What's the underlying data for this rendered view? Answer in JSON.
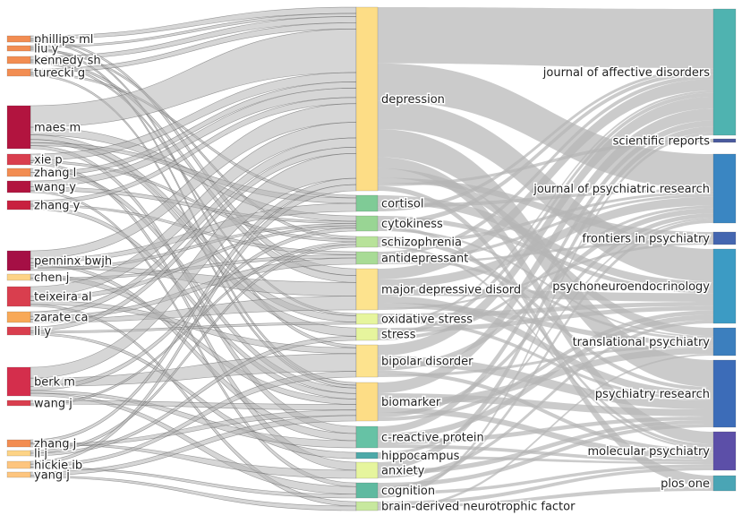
{
  "diagram": {
    "type": "three-field sankey",
    "link_color": "#b5b5b5",
    "authors": [
      {
        "label": "phillips ml",
        "color": "#f28d52"
      },
      {
        "label": "liu y",
        "color": "#f28d52"
      },
      {
        "label": "kennedy sh",
        "color": "#f28d52"
      },
      {
        "label": "turecki g",
        "color": "#f28d52"
      },
      {
        "label": "maes m",
        "color": "#b2143f"
      },
      {
        "label": "xie p",
        "color": "#d93e4e"
      },
      {
        "label": "zhang l",
        "color": "#f28d52"
      },
      {
        "label": "wang y",
        "color": "#b2143f"
      },
      {
        "label": "zhang y",
        "color": "#c8203f"
      },
      {
        "label": "penninx bwjh",
        "color": "#a50f45"
      },
      {
        "label": "chen j",
        "color": "#fdd386"
      },
      {
        "label": "teixeira al",
        "color": "#d93e4e"
      },
      {
        "label": "zarate ca",
        "color": "#f8a957"
      },
      {
        "label": "li y",
        "color": "#d93e4e"
      },
      {
        "label": "berk m",
        "color": "#d42e4c"
      },
      {
        "label": "wang j",
        "color": "#d93e4e"
      },
      {
        "label": "zhang j",
        "color": "#f28d52"
      },
      {
        "label": "li j",
        "color": "#fdd386"
      },
      {
        "label": "hickie ib",
        "color": "#fdc57f"
      },
      {
        "label": "yang j",
        "color": "#fdc57f"
      }
    ],
    "keywords": [
      {
        "label": "depression",
        "color": "#fddd86"
      },
      {
        "label": "cortisol",
        "color": "#7fcb96"
      },
      {
        "label": "cytokiness",
        "color": "#99d594"
      },
      {
        "label": "schizophrenia",
        "color": "#b8e29a"
      },
      {
        "label": "antidepressant",
        "color": "#a8db96"
      },
      {
        "label": "major depressive disord",
        "color": "#fde38e"
      },
      {
        "label": "oxidative stress",
        "color": "#e6f59d"
      },
      {
        "label": "stress",
        "color": "#e6f59d"
      },
      {
        "label": "bipolar disorder",
        "color": "#fde38e"
      },
      {
        "label": "biomarker",
        "color": "#fddd86"
      },
      {
        "label": "c-reactive protein",
        "color": "#66c2a5"
      },
      {
        "label": "hippocampus",
        "color": "#4da9a8"
      },
      {
        "label": "anxiety",
        "color": "#e6f59d"
      },
      {
        "label": "cognition",
        "color": "#5fbaa0"
      },
      {
        "label": "brain-derived neurotrophic factor",
        "color": "#c7e89e"
      }
    ],
    "journals": [
      {
        "label": "journal of affective disorders",
        "color": "#4fb3b0"
      },
      {
        "label": "scientific reports",
        "color": "#4a5a9e"
      },
      {
        "label": "journal of psychiatric research",
        "color": "#3a86c2"
      },
      {
        "label": "frontiers in psychiatry",
        "color": "#4466b0"
      },
      {
        "label": "psychoneuroendocrinology",
        "color": "#3c9bc4"
      },
      {
        "label": "translational psychiatry",
        "color": "#3c7fbe"
      },
      {
        "label": "psychiatry research",
        "color": "#3c6cb8"
      },
      {
        "label": "molecular psychiatry",
        "color": "#5c4fa8"
      },
      {
        "label": "plos one",
        "color": "#4aa5b5"
      }
    ]
  }
}
